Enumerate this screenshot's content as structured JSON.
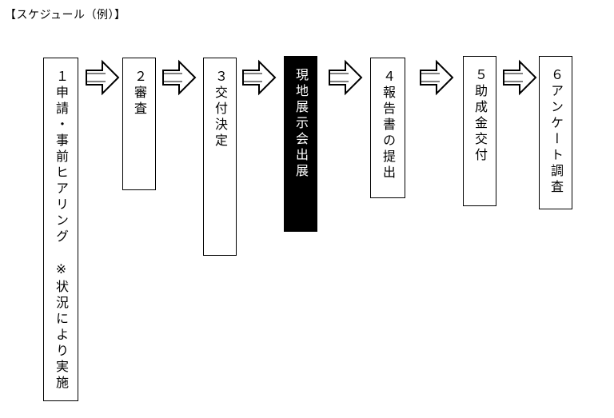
{
  "title": "【スケジュール（例）】",
  "steps": [
    {
      "label": "１申請・事前ヒアリング　※状況により実施",
      "highlight": false
    },
    {
      "label": "２審査",
      "highlight": false
    },
    {
      "label": "３交付決定",
      "highlight": false
    },
    {
      "label": "現地展示会出展",
      "highlight": true
    },
    {
      "label": "４報告書の提出",
      "highlight": false
    },
    {
      "label": "５助成金交付",
      "highlight": false
    },
    {
      "label": "６アンケート調査",
      "highlight": false
    }
  ],
  "colors": {
    "highlight_bg": "#000000",
    "box_bg": "#ffffff",
    "border": "#000000"
  },
  "icons": {
    "connector": "double-outline-arrow-right"
  }
}
